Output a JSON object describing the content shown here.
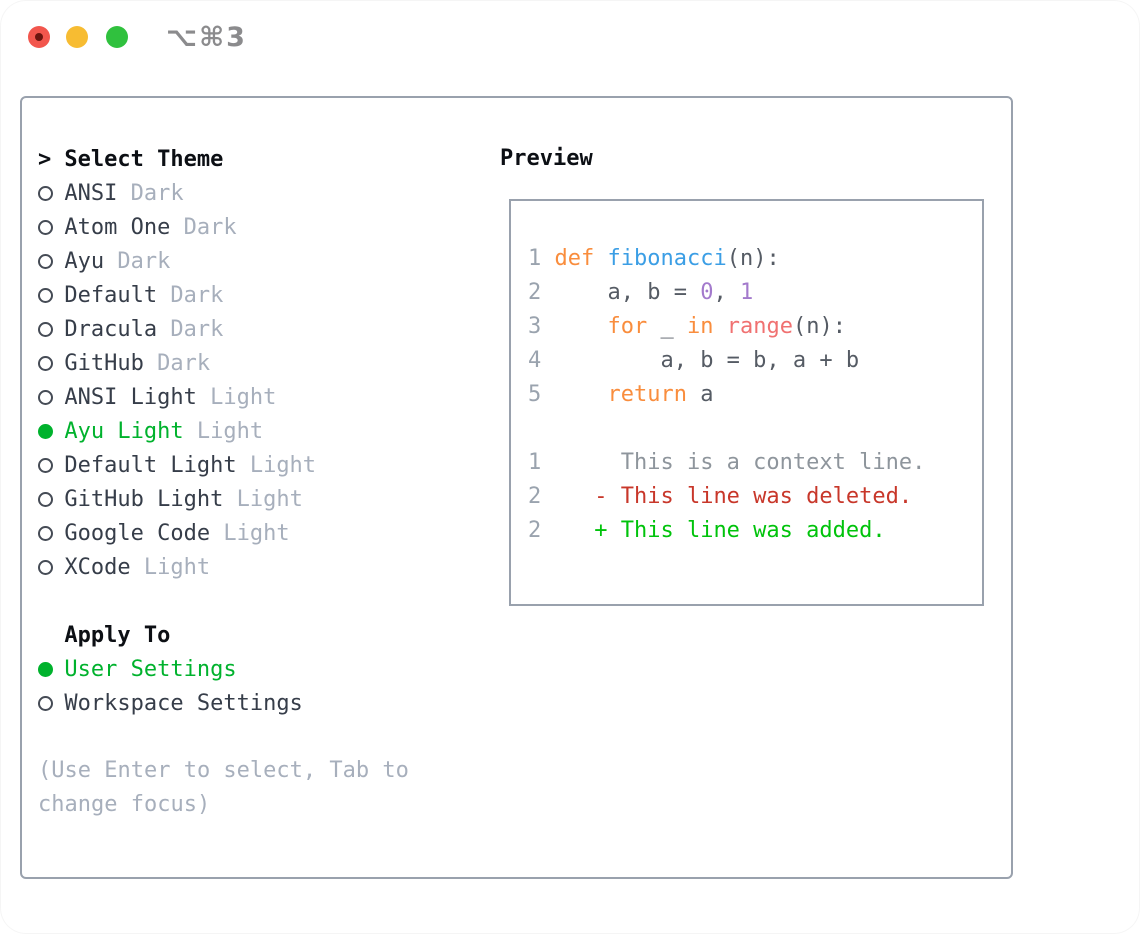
{
  "window": {
    "title": "⌥⌘3",
    "traffic_lights": [
      "close",
      "minimize",
      "zoom"
    ]
  },
  "theme_panel": {
    "prompt": ">",
    "header": "Select Theme",
    "themes": [
      {
        "name": "ANSI",
        "variant": "Dark",
        "selected": false
      },
      {
        "name": "Atom One",
        "variant": "Dark",
        "selected": false
      },
      {
        "name": "Ayu",
        "variant": "Dark",
        "selected": false
      },
      {
        "name": "Default",
        "variant": "Dark",
        "selected": false
      },
      {
        "name": "Dracula",
        "variant": "Dark",
        "selected": false
      },
      {
        "name": "GitHub",
        "variant": "Dark",
        "selected": false
      },
      {
        "name": "ANSI Light",
        "variant": "Light",
        "selected": false
      },
      {
        "name": "Ayu Light",
        "variant": "Light",
        "selected": true
      },
      {
        "name": "Default Light",
        "variant": "Light",
        "selected": false
      },
      {
        "name": "GitHub Light",
        "variant": "Light",
        "selected": false
      },
      {
        "name": "Google Code",
        "variant": "Light",
        "selected": false
      },
      {
        "name": "XCode",
        "variant": "Light",
        "selected": false
      }
    ],
    "apply_to": {
      "header": "Apply To",
      "options": [
        {
          "label": "User Settings",
          "selected": true
        },
        {
          "label": "Workspace Settings",
          "selected": false
        }
      ]
    },
    "hint_lines": [
      "(Use Enter to select, Tab to",
      "change focus)"
    ]
  },
  "preview": {
    "header": "Preview",
    "code_lines": [
      {
        "segments": [
          {
            "t": "1 ",
            "c": "lineno"
          },
          {
            "t": "def",
            "c": "keyword"
          },
          {
            "t": " ",
            "c": "plain"
          },
          {
            "t": "fibonacci",
            "c": "func"
          },
          {
            "t": "(n):",
            "c": "plain"
          }
        ]
      },
      {
        "segments": [
          {
            "t": "2 ",
            "c": "lineno"
          },
          {
            "t": "    a, b = ",
            "c": "plain"
          },
          {
            "t": "0",
            "c": "num"
          },
          {
            "t": ", ",
            "c": "plain"
          },
          {
            "t": "1",
            "c": "num"
          }
        ]
      },
      {
        "segments": [
          {
            "t": "3 ",
            "c": "lineno"
          },
          {
            "t": "    ",
            "c": "plain"
          },
          {
            "t": "for",
            "c": "keyword"
          },
          {
            "t": " _ ",
            "c": "plain"
          },
          {
            "t": "in",
            "c": "keyword"
          },
          {
            "t": " ",
            "c": "plain"
          },
          {
            "t": "range",
            "c": "call"
          },
          {
            "t": "(n):",
            "c": "plain"
          }
        ]
      },
      {
        "segments": [
          {
            "t": "4 ",
            "c": "lineno"
          },
          {
            "t": "        a, b = b, a + b",
            "c": "plain"
          }
        ]
      },
      {
        "segments": [
          {
            "t": "5 ",
            "c": "lineno"
          },
          {
            "t": "    ",
            "c": "plain"
          },
          {
            "t": "return",
            "c": "keyword"
          },
          {
            "t": " a",
            "c": "plain"
          }
        ]
      },
      {
        "segments": []
      },
      {
        "segments": [
          {
            "t": "1      ",
            "c": "lineno"
          },
          {
            "t": "This is a context line.",
            "c": "context"
          }
        ]
      },
      {
        "segments": [
          {
            "t": "2    ",
            "c": "lineno"
          },
          {
            "t": "- This line was deleted.",
            "c": "del"
          }
        ]
      },
      {
        "segments": [
          {
            "t": "2    ",
            "c": "lineno"
          },
          {
            "t": "+ This line was added.",
            "c": "add"
          }
        ]
      }
    ]
  },
  "colors": {
    "accent_green": "#00b22d",
    "added_green": "#00c30b",
    "deleted_red": "#c8372a",
    "keyword_orange": "#f98d3d",
    "function_blue": "#3b9ee5",
    "number_purple": "#a37acc",
    "call_coral": "#f07171",
    "code_plain": "#555b64",
    "line_number": "#9aa3ae",
    "context_gray": "#8e959c",
    "text_dark": "#363d49",
    "text_muted": "#a7afbc",
    "text_black": "#0c0f14",
    "border_gray": "#99a1ad",
    "titlebar_gray": "#8b8b8d",
    "traffic_red": "#f2564d",
    "traffic_yellow": "#f7bc32",
    "traffic_green": "#30c13e"
  }
}
